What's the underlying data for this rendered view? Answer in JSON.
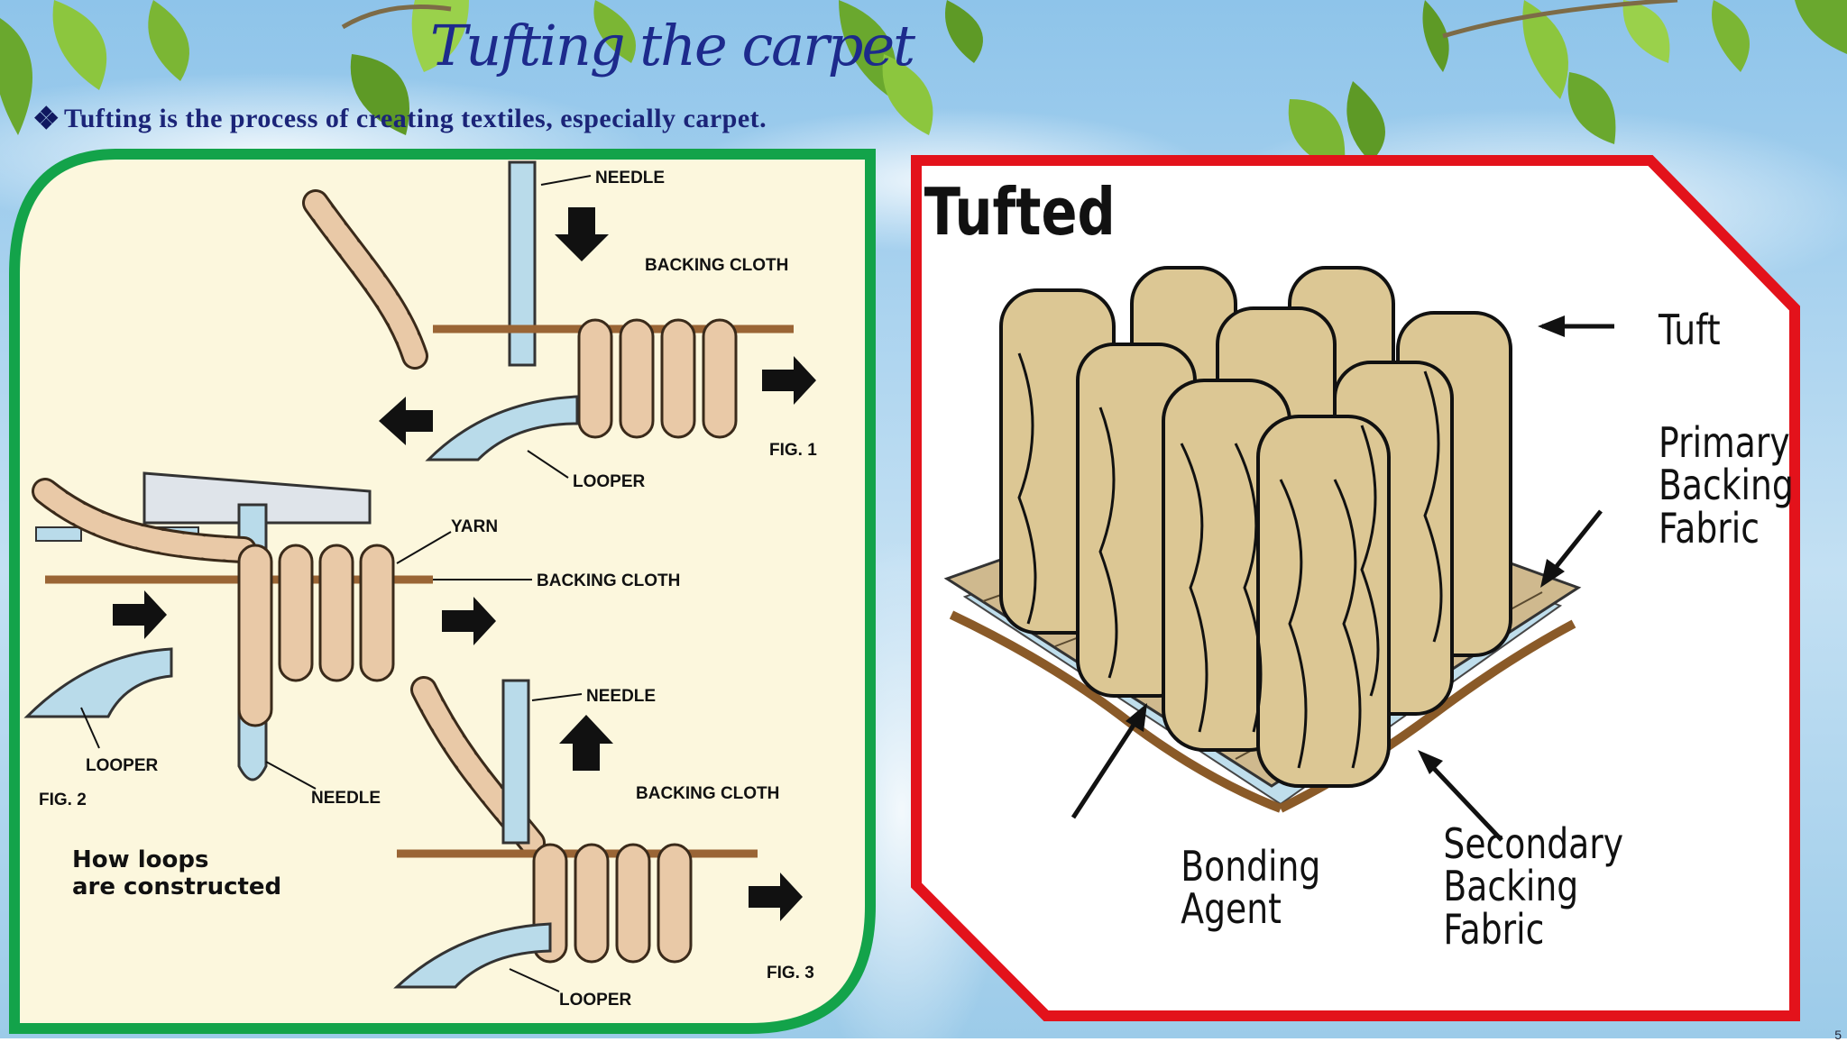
{
  "slide": {
    "title": "Tufting the carpet",
    "bullet": "Tufting is the process of creating textiles, especially carpet.",
    "bullet_icon": "four-diamonds-icon",
    "slide_number": "5"
  },
  "left_diagram": {
    "fig1": {
      "needle": "NEEDLE",
      "backing": "BACKING CLOTH",
      "looper": "LOOPER",
      "caption": "FIG. 1"
    },
    "fig2": {
      "yarn": "YARN",
      "backing": "BACKING CLOTH",
      "looper": "LOOPER",
      "needle": "NEEDLE",
      "caption": "FIG. 2"
    },
    "fig3": {
      "needle": "NEEDLE",
      "backing": "BACKING CLOTH",
      "looper": "LOOPER",
      "caption": "FIG. 3"
    },
    "note_line1": "How loops",
    "note_line2": "are constructed"
  },
  "right_diagram": {
    "heading": "Tufted",
    "tuft": "Tuft",
    "primary": [
      "Primary",
      "Backing",
      "Fabric"
    ],
    "secondary": [
      "Secondary",
      "Backing",
      "Fabric"
    ],
    "bonding": [
      "Bonding",
      "Agent"
    ]
  },
  "colors": {
    "title": "#1d2a8c",
    "left_border": "#13a34a",
    "left_fill": "#fcf7dd",
    "right_border": "#e3121b",
    "yarn": "#e9c9a7",
    "backing": "#9a6535",
    "tuft_fill": "#dcc794",
    "steel": "#b9dbea"
  }
}
